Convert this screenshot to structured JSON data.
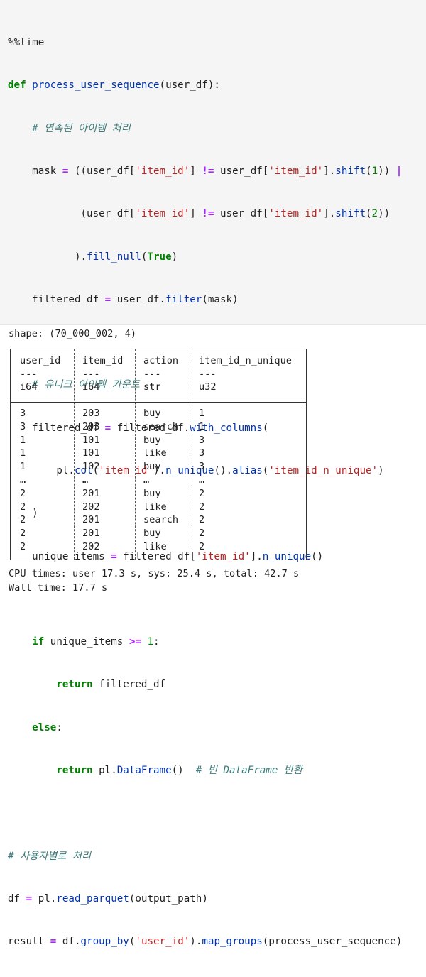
{
  "code": {
    "magic": "%%time",
    "def_keyword": "def",
    "func_name": "process_user_sequence",
    "param": "(user_df):",
    "comment_consecutive": "# 연속된 아이템 처리",
    "comment_unique": "# 유니크 아이템 카운트",
    "comment_empty": "# 빈 DataFrame 반환",
    "comment_per_user": "# 사용자별로 처리"
  },
  "output": {
    "shape": "shape: (70_000_002, 4)",
    "columns": [
      {
        "name": "user_id",
        "dashes": "---",
        "dtype": "i64"
      },
      {
        "name": "item_id",
        "dashes": "---",
        "dtype": "i64"
      },
      {
        "name": "action",
        "dashes": "---",
        "dtype": "str"
      },
      {
        "name": "item_id_n_unique",
        "dashes": "---",
        "dtype": "u32"
      }
    ],
    "rows": [
      [
        "3",
        "203",
        "buy",
        "1"
      ],
      [
        "3",
        "203",
        "search",
        "1"
      ],
      [
        "1",
        "101",
        "buy",
        "3"
      ],
      [
        "1",
        "101",
        "like",
        "3"
      ],
      [
        "1",
        "102",
        "buy",
        "3"
      ],
      [
        "…",
        "…",
        "…",
        "…"
      ],
      [
        "2",
        "201",
        "buy",
        "2"
      ],
      [
        "2",
        "202",
        "like",
        "2"
      ],
      [
        "2",
        "201",
        "search",
        "2"
      ],
      [
        "2",
        "201",
        "buy",
        "2"
      ],
      [
        "2",
        "202",
        "like",
        "2"
      ]
    ],
    "cpu_times": "CPU times: user 17.3 s, sys: 25.4 s, total: 42.7 s",
    "wall_time": "Wall time: 17.7 s"
  }
}
